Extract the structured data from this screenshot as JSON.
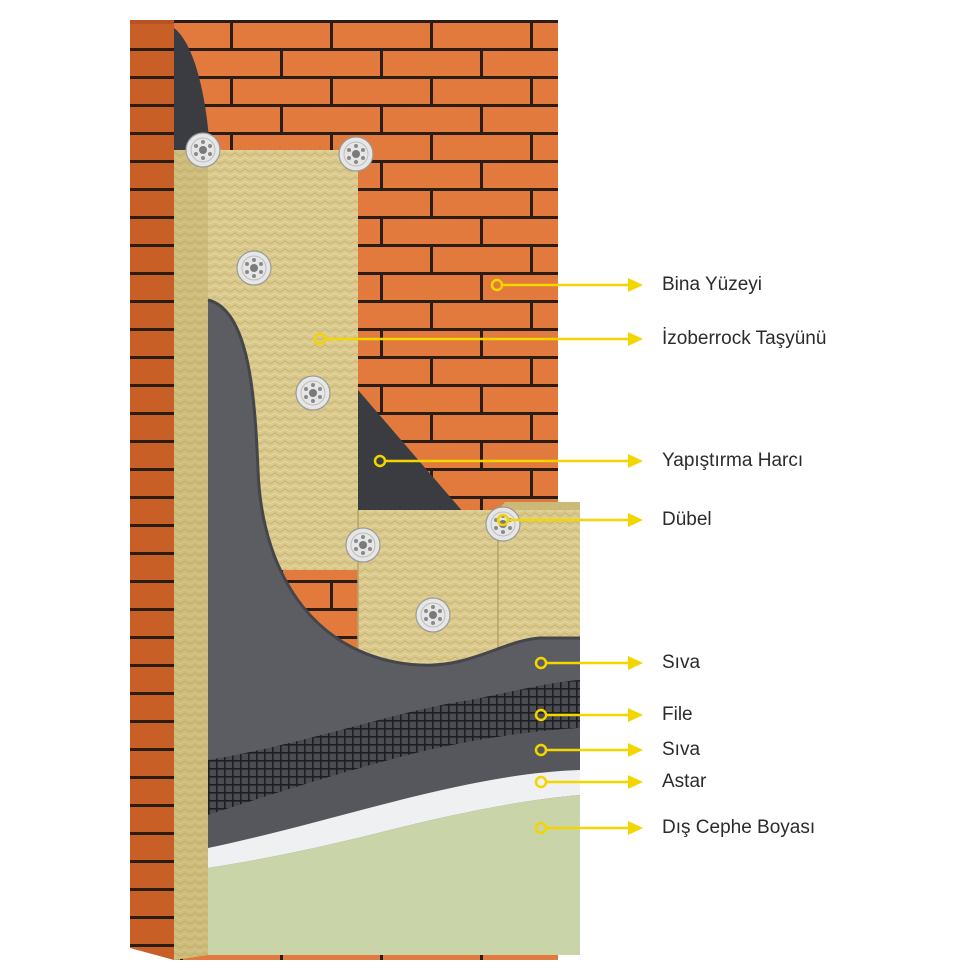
{
  "colors": {
    "brick": "#e27a3e",
    "brick_side": "#c85f27",
    "mortar": "#2a1d17",
    "wool": "#d9c98c",
    "wool_edge": "#c4b06a",
    "adhesive": "#3a3c41",
    "plaster": "#5b5d62",
    "mesh": "#2a2b2f",
    "primer": "#eef0f1",
    "paint": "#c9d5a9",
    "accent": "#f3d500"
  },
  "layers": [
    {
      "id": "bina-yuzeyi",
      "label": "Bina Yüzeyi"
    },
    {
      "id": "izoberrock-tasyunu",
      "label": "İzoberrock  Taşyünü"
    },
    {
      "id": "yapistirma-harci",
      "label": "Yapıştırma Harcı"
    },
    {
      "id": "dubel",
      "label": "Dübel"
    },
    {
      "id": "siva-1",
      "label": "Sıva"
    },
    {
      "id": "file",
      "label": "File"
    },
    {
      "id": "siva-2",
      "label": "Sıva"
    },
    {
      "id": "astar",
      "label": "Astar"
    },
    {
      "id": "dis-cephe-boyasi",
      "label": "Dış Cephe Boyası"
    }
  ]
}
